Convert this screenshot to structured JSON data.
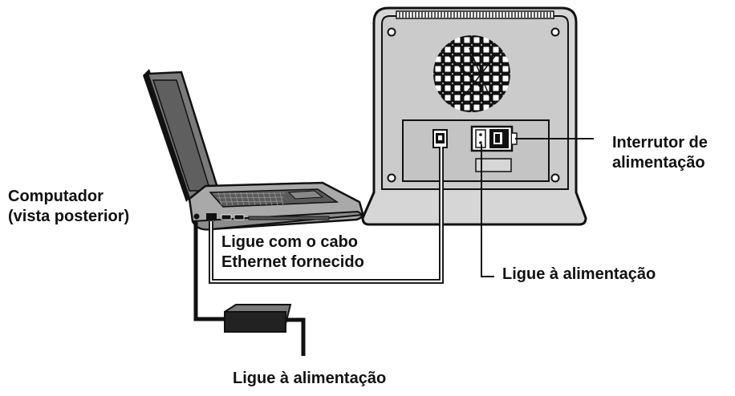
{
  "labels": {
    "computer": [
      "Computador",
      "(vista posterior)"
    ],
    "ethernet": [
      "Ligue com o cabo",
      "Ethernet fornecido"
    ],
    "power_switch": [
      "Interrutor de",
      "alimentação"
    ],
    "device_power": "Ligue à alimentação",
    "laptop_power": "Ligue à alimentação"
  },
  "colors": {
    "line": "#111111",
    "device_body": "#d6d6d6",
    "device_panel": "#c4c4c4",
    "laptop_body": "#9a9a9a",
    "laptop_screen": "#6a6a6a"
  }
}
